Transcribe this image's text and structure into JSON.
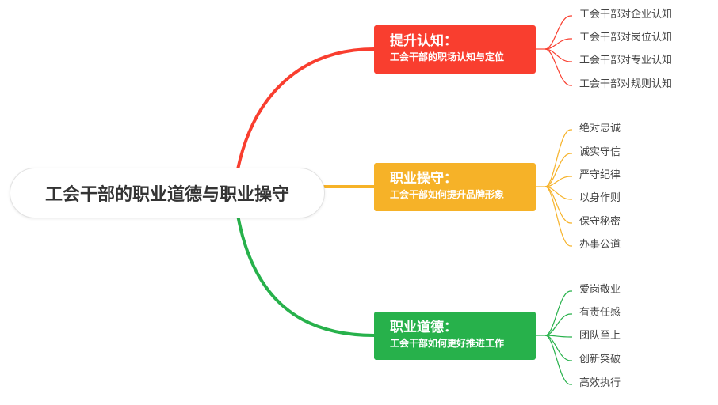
{
  "root": {
    "label": "工会干部的职业道德与职业操守"
  },
  "branches": [
    {
      "title": "提升认知：",
      "subtitle": "工会干部的职场认知与定位",
      "color": "#f93e2f",
      "children": [
        "工会干部对企业认知",
        "工会干部对岗位认知",
        "工会干部对专业认知",
        "工会干部对规则认知"
      ]
    },
    {
      "title": "职业操守：",
      "subtitle": "工会干部如何提升品牌形象",
      "color": "#f6b228",
      "children": [
        "绝对忠诚",
        "诚实守信",
        "严守纪律",
        "以身作则",
        "保守秘密",
        "办事公道"
      ]
    },
    {
      "title": "职业道德：",
      "subtitle": "工会干部如何更好推进工作",
      "color": "#27b14b",
      "children": [
        "爱岗敬业",
        "有责任感",
        "团队至上",
        "创新突破",
        "高效执行"
      ]
    }
  ]
}
